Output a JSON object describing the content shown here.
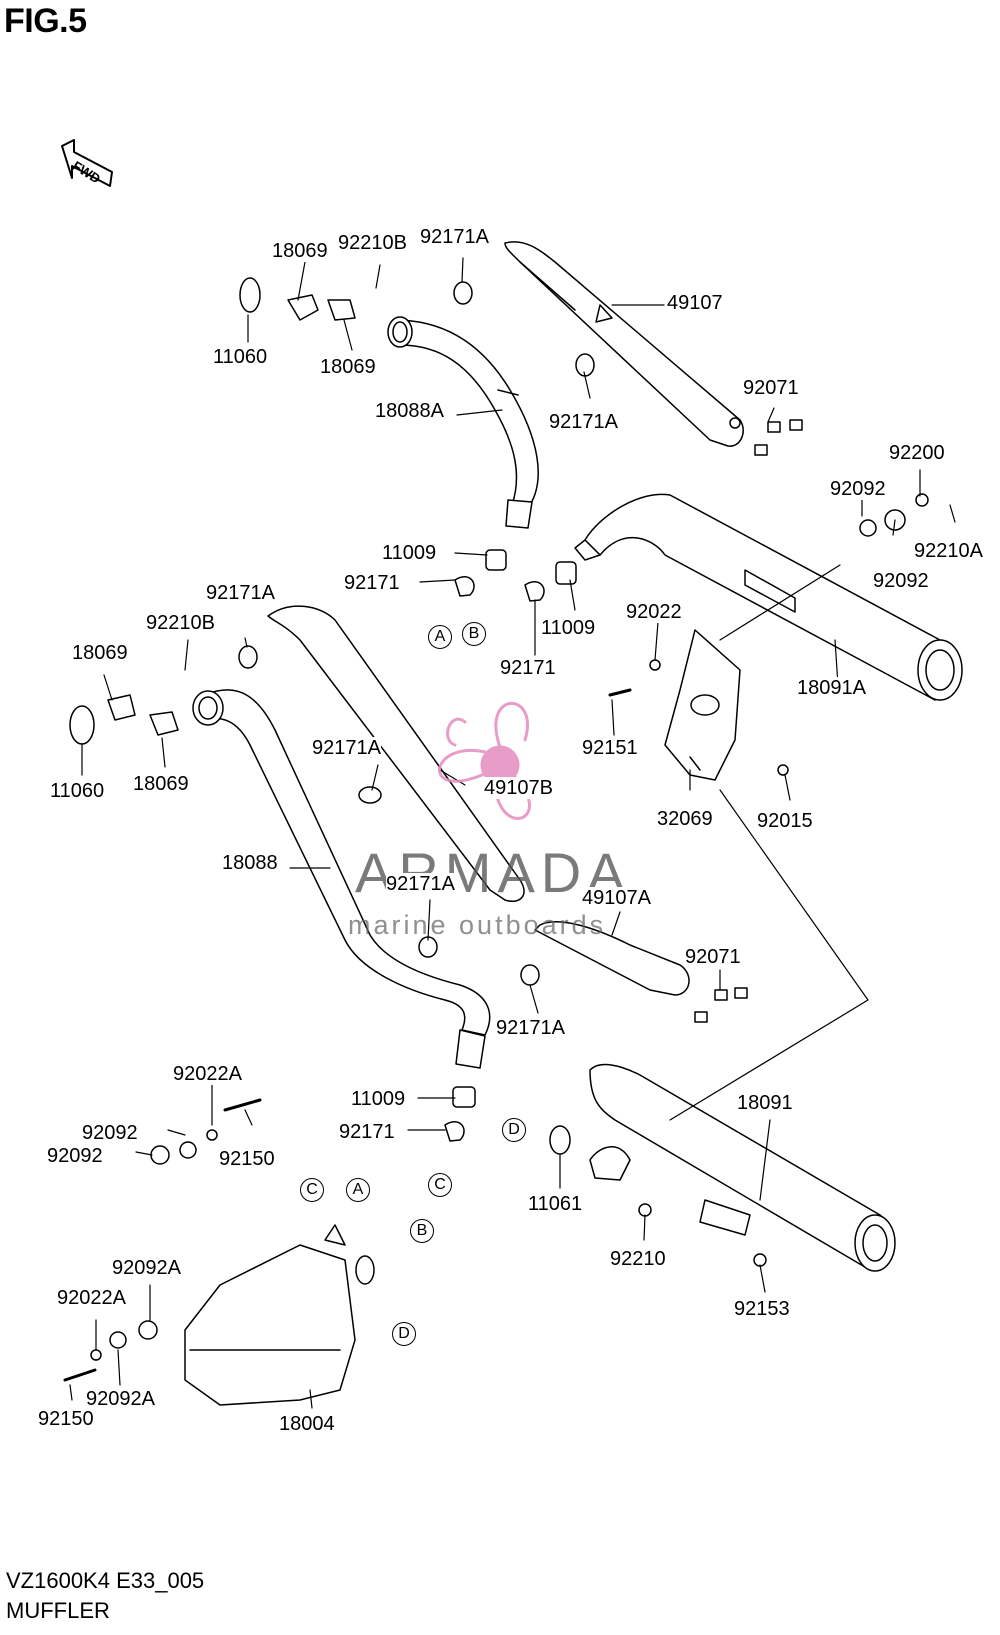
{
  "header": {
    "title": "FIG.5"
  },
  "footer": {
    "code": "VZ1600K4 E33_005",
    "section": "MUFFLER"
  },
  "arrow": {
    "label": "FWD"
  },
  "watermark": {
    "brand": "ARMADA",
    "tagline": "marine outboards",
    "color": "#e58bbf"
  },
  "parts": [
    "18069",
    "92210B",
    "92171A",
    "11060",
    "18069",
    "49107",
    "18088A",
    "92171A",
    "92071",
    "92200",
    "92092",
    "92210A",
    "92092",
    "11009",
    "92171",
    "11009",
    "92171",
    "92022",
    "18091A",
    "92171A",
    "92210B",
    "18069",
    "11060",
    "18069",
    "92151",
    "92171A",
    "49107B",
    "32069",
    "92015",
    "18088",
    "92171A",
    "49107A",
    "92071",
    "92171A",
    "92022A",
    "92092",
    "92092",
    "92150",
    "11009",
    "92171",
    "18091",
    "11061",
    "92210",
    "92153",
    "92092A",
    "92022A",
    "92150",
    "92092A",
    "18004"
  ],
  "refs": [
    "A",
    "B",
    "C",
    "A",
    "C",
    "B",
    "D",
    "D"
  ]
}
